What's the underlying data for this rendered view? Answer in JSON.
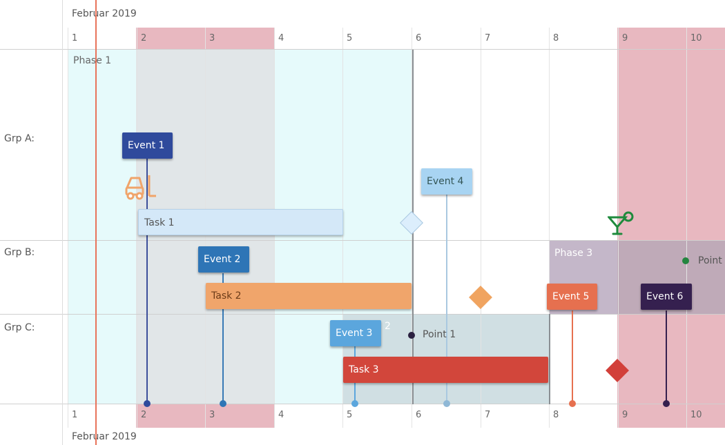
{
  "month_label": "Februar 2019",
  "days": [
    "1",
    "2",
    "3",
    "4",
    "5",
    "6",
    "7",
    "8",
    "9",
    "10"
  ],
  "groups": [
    "Grp A:",
    "Grp B:",
    "Grp C:"
  ],
  "phases": {
    "phase1": "Phase 1",
    "phase3": "Phase 3",
    "phase2_fragment": "2"
  },
  "events": {
    "e1": "Event 1",
    "e2": "Event 2",
    "e3": "Event 3",
    "e4": "Event 4",
    "e5": "Event 5",
    "e6": "Event 6"
  },
  "tasks": {
    "t1": "Task 1",
    "t2": "Task 2",
    "t3": "Task 3"
  },
  "points": {
    "p1": "Point 1",
    "p2_truncated": "Point"
  },
  "icons": {
    "forklift": "forklift-icon",
    "cocktail": "cocktail-icon"
  },
  "colors": {
    "today_line": "#e8735a",
    "weekend_band": "#e6b7bf",
    "phase1_fill": "#e5fafb",
    "event1": "#2f4a9c",
    "event2": "#2e75b6",
    "event3": "#5ba6dd",
    "event4": "#a8d4f2",
    "event5": "#e6704f",
    "event6": "#35204f",
    "task1": "#d4e8f8",
    "task2": "#f0a46a",
    "task3": "#d2473c",
    "phase3_fill": "#c2b5c8",
    "phase2_fill": "#d1e0e4"
  }
}
